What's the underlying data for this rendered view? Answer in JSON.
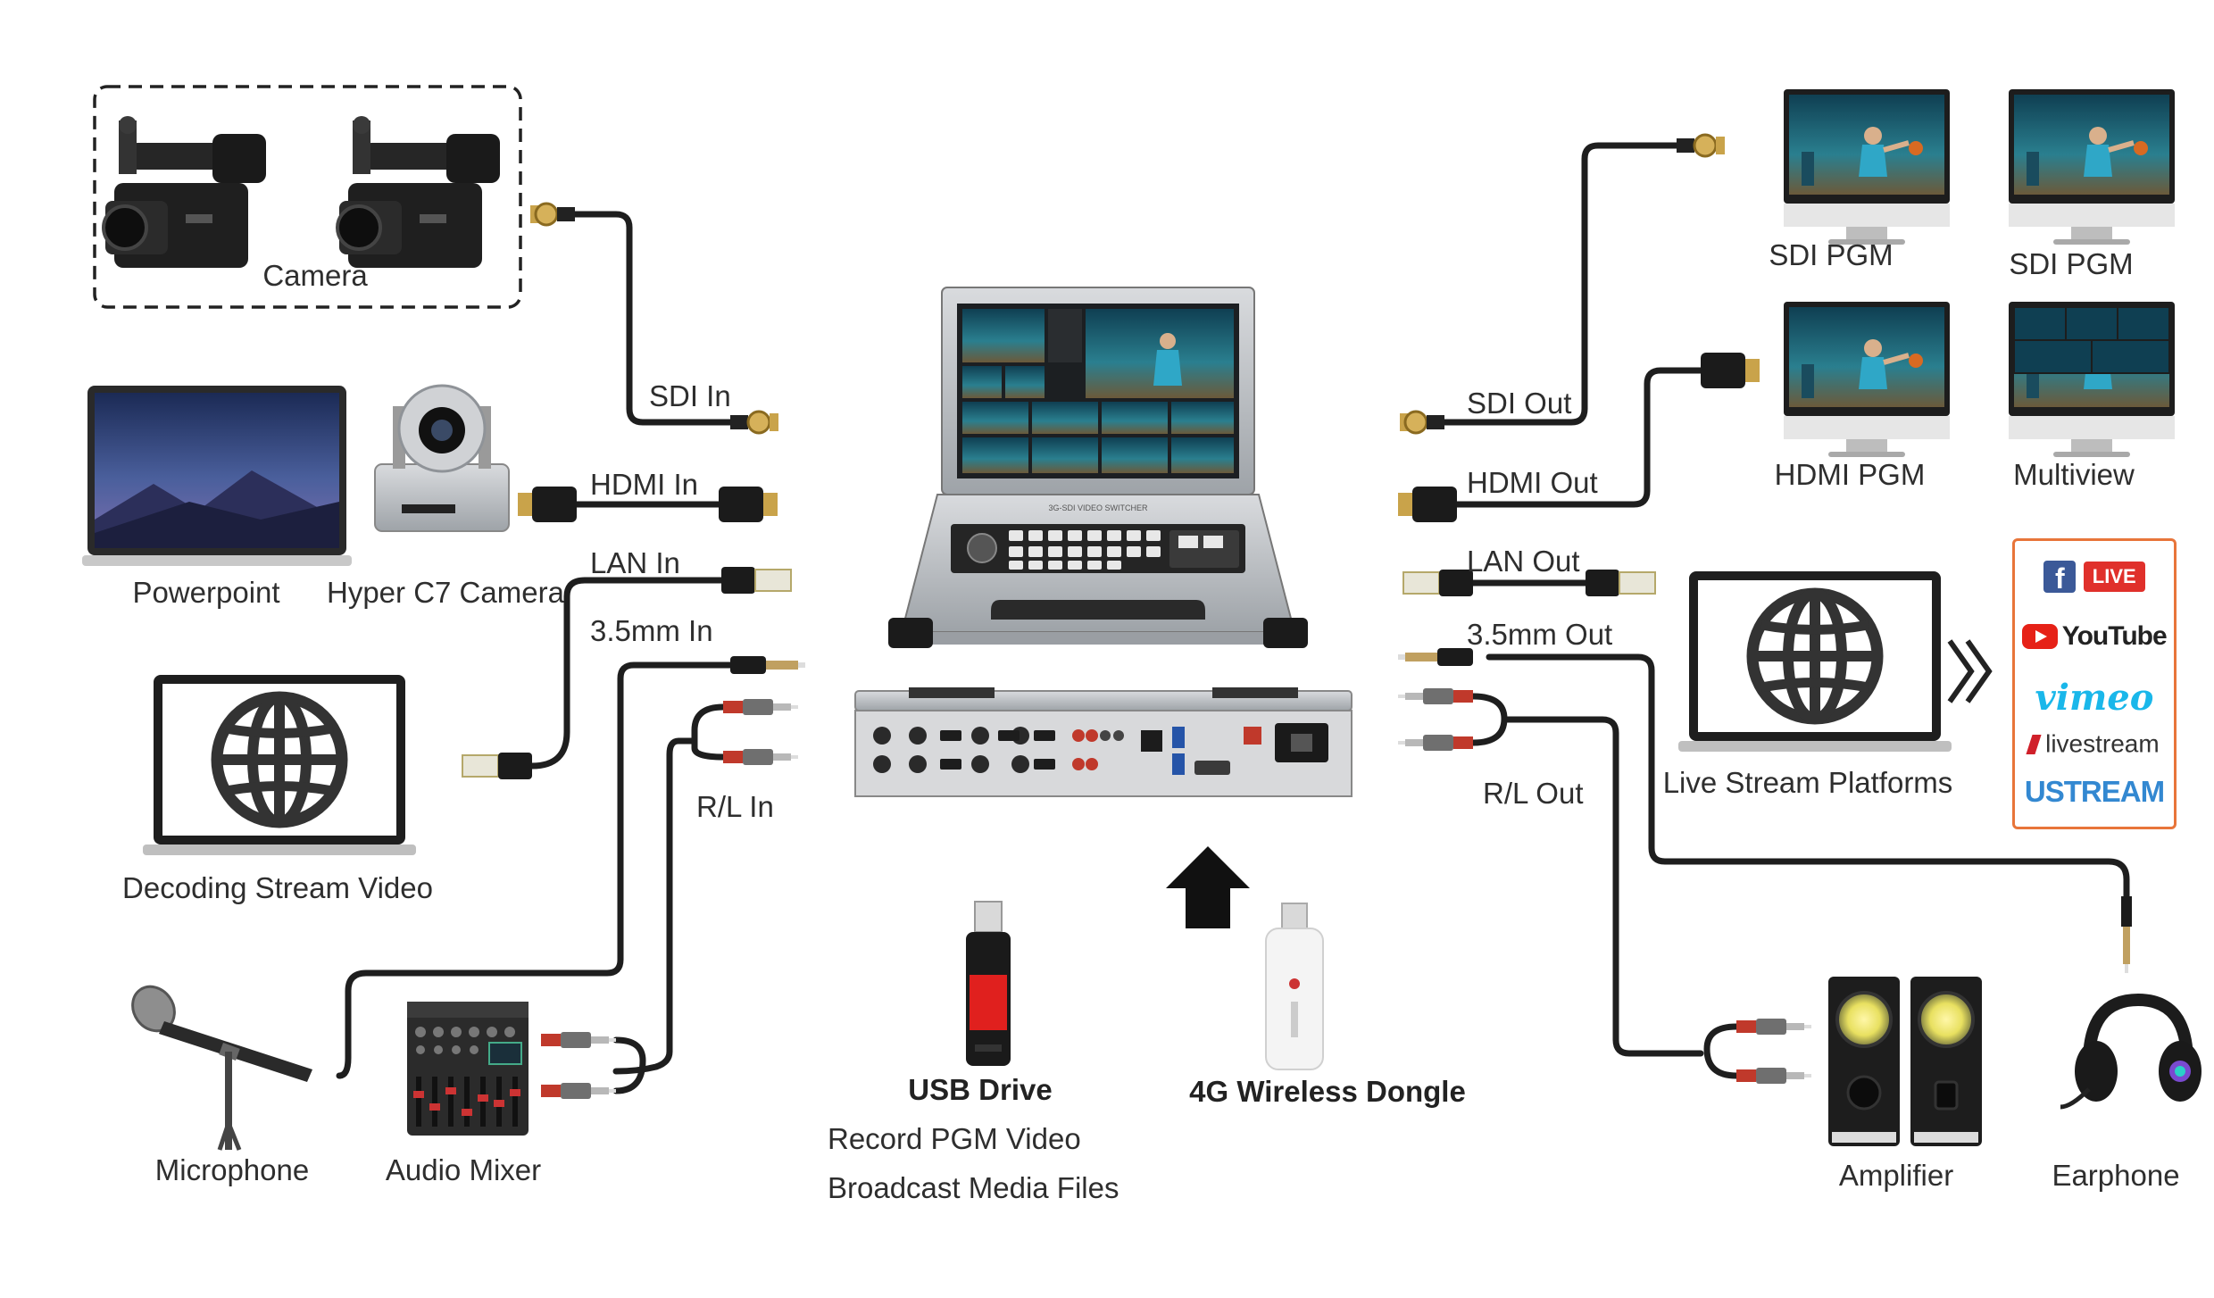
{
  "inputs": {
    "camera": "Camera",
    "powerpoint": "Powerpoint",
    "ptz_camera": "Hyper C7 Camera",
    "decoding": "Decoding Stream Video",
    "microphone": "Microphone",
    "audio_mixer": "Audio Mixer"
  },
  "input_ports": {
    "sdi_in": "SDI  In",
    "hdmi_in": "HDMI In",
    "lan_in": "LAN In",
    "audio_35_in": "3.5mm In",
    "rl_in": "R/L In"
  },
  "output_ports": {
    "sdi_out": "SDI  Out",
    "hdmi_out": "HDMI Out",
    "lan_out": "LAN Out",
    "audio_35_out": "3.5mm Out",
    "rl_out": "R/L Out"
  },
  "outputs": {
    "sdi_pgm_1": "SDI PGM",
    "sdi_pgm_2": "SDI PGM",
    "hdmi_pgm": "HDMI PGM",
    "multiview": "Multiview",
    "live_stream": "Live Stream Platforms",
    "amplifier": "Amplifier",
    "earphone": "Earphone"
  },
  "storage": {
    "usb_title": "USB Drive",
    "usb_line1": "Record PGM Video",
    "usb_line2": "Broadcast Media Files",
    "dongle_title": "4G Wireless Dongle"
  },
  "device": {
    "front_caption": "3G-SDI VIDEO SWITCHER"
  },
  "platforms": {
    "facebook_live": "LIVE",
    "facebook_f": "f",
    "youtube": "YouTube",
    "vimeo": "vimeo",
    "livestream": "livestream",
    "ustream": "USTREAM"
  },
  "colors": {
    "cable": "#1e1e1e",
    "platform_border": "#e8753a",
    "facebook_blue": "#3b5998",
    "live_red": "#e0302b",
    "youtube_red": "#e62117",
    "vimeo_blue": "#1ab7ea",
    "ustream_blue": "#3388d1",
    "usb_red": "#e0201e"
  }
}
